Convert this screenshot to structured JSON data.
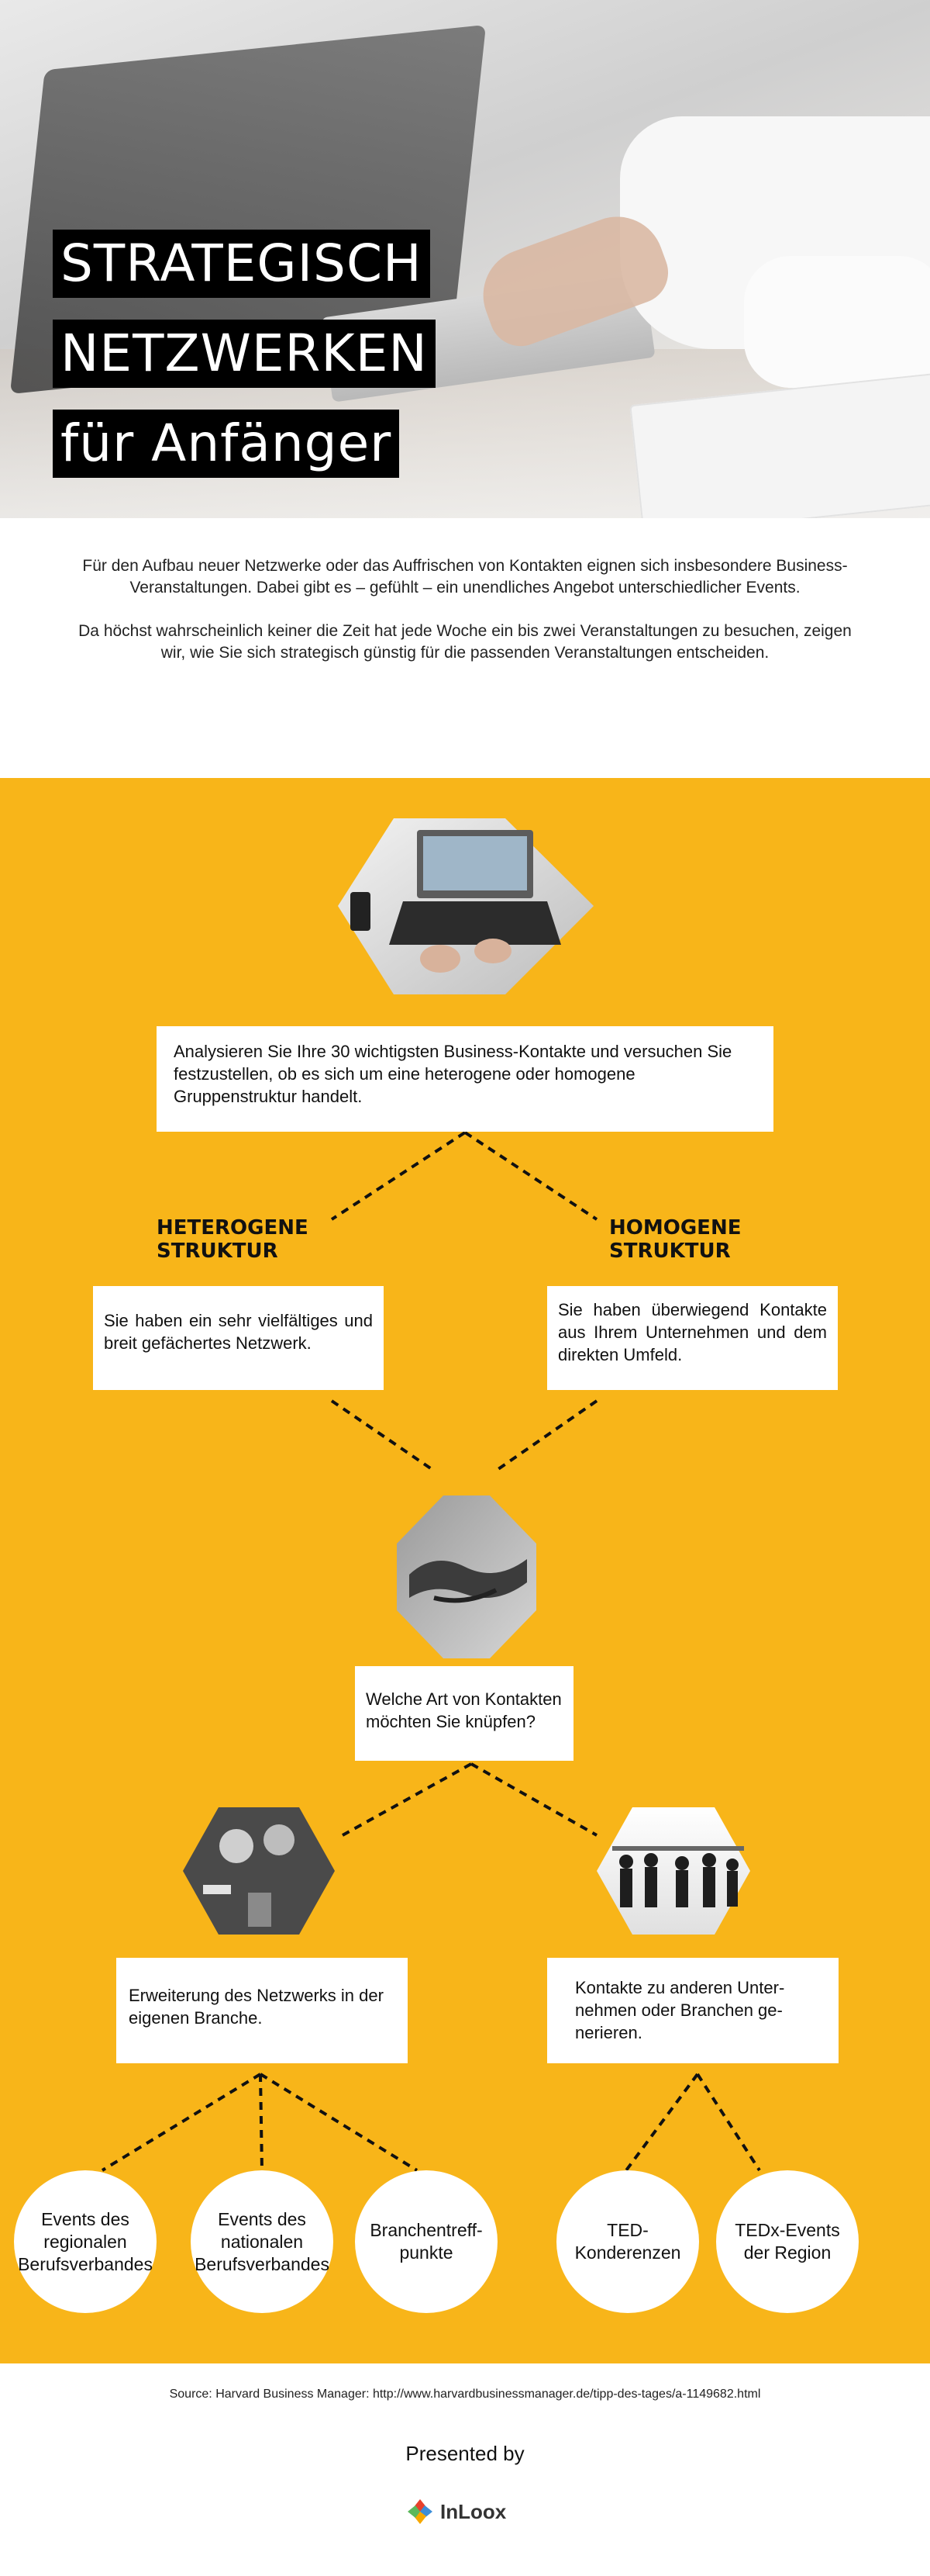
{
  "title": {
    "line1": "STRATEGISCH",
    "line2": "NETZWERKEN",
    "line3": "für Anfänger"
  },
  "intro": {
    "paragraph1": "Für den Aufbau neuer Netzwerke oder das Auffrischen von Kontakten eignen sich insbesondere Business-Veranstaltungen. Dabei gibt es  – gefühlt –  ein unendliches Angebot unterschiedlicher Events.",
    "paragraph2": "Da höchst wahrscheinlich keiner die Zeit hat jede Woche ein bis zwei Veranstaltungen zu besuchen, zeigen wir, wie Sie sich strategisch günstig für die passenden Veranstaltungen entscheiden."
  },
  "flow": {
    "analyze": "Analysieren Sie Ihre 30 wichtigsten Business-Kontakte und versuchen Sie festzustellen, ob es sich um eine heterogene oder homogene Gruppenstruktur handelt.",
    "hetero_heading": "HETEROGENE STRUKTUR",
    "hetero_text": "Sie haben ein sehr vielfältiges und breit gefächertes Netzwerk.",
    "homo_heading": "HOMOGENE STRUKTUR",
    "homo_text": "Sie haben überwiegend Kontakte aus Ihrem Unternehmen und dem direkten Umfeld.",
    "question": "Welche Art von Kontakten möchten Sie knüpfen?",
    "left_option": "Erweiterung des Netzwerks in der eigenen Branche.",
    "right_option": "Kontakte zu anderen Unter-nehmen oder Branchen ge-nerieren."
  },
  "events": {
    "e1": "Events des regionalen Berufsverbandes",
    "e2": "Events des nationalen Berufsverbandes",
    "e3": "Branchentreff-punkte",
    "e4": "TED-Konderenzen",
    "e5": "TEDx-Events der Region"
  },
  "footer": {
    "source": "Source: Harvard Business Manager: http://www.harvardbusinessmanager.de/tipp-des-tages/a-1149682.html",
    "presented_by": "Presented by",
    "logo_text": "InLoox"
  },
  "colors": {
    "accent_yellow": "#f8b519",
    "title_bg": "#000000",
    "card_bg": "#ffffff"
  },
  "icons": [
    "laptop-photo",
    "handshake-photo",
    "toast-photo",
    "silhouettes-photo",
    "inloox-logo"
  ]
}
